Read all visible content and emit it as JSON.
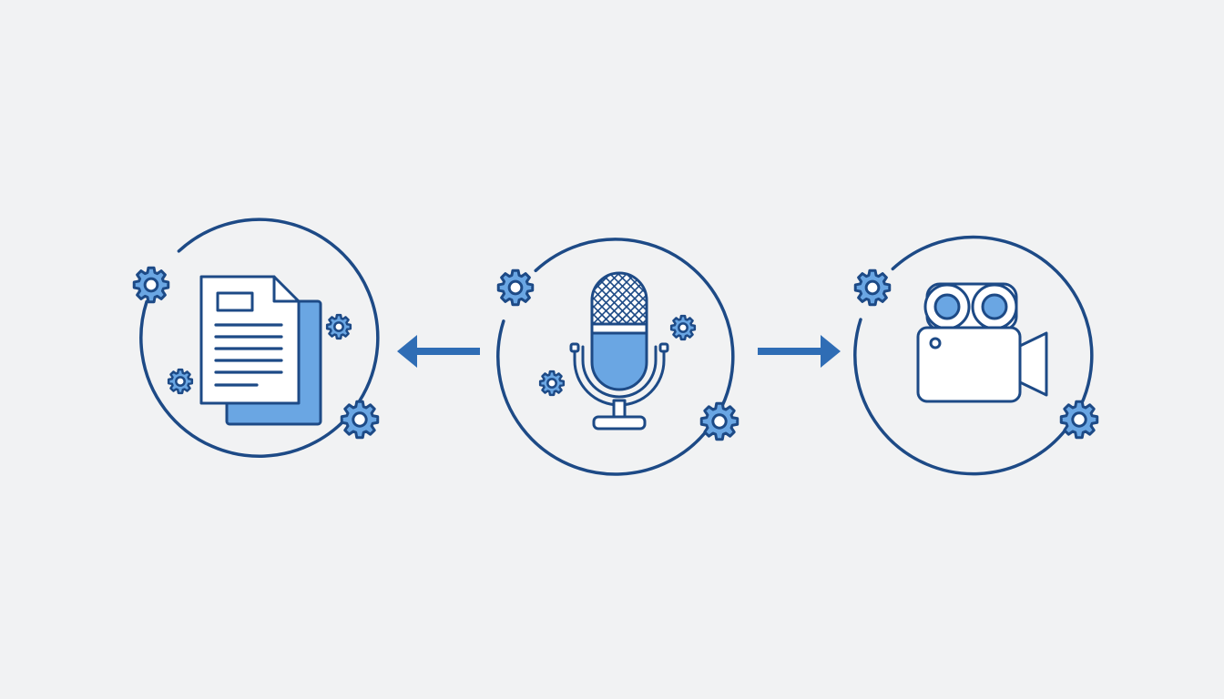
{
  "colors": {
    "background": "#f1f2f3",
    "outline": "#1d4a86",
    "accent": "#6aa6e3",
    "arrow": "#2f6db5",
    "fill_white": "#ffffff"
  },
  "diagram": {
    "nodes": [
      {
        "id": "documents",
        "icon": "document-icon"
      },
      {
        "id": "audio",
        "icon": "microphone-icon"
      },
      {
        "id": "video",
        "icon": "video-camera-icon"
      }
    ],
    "edges": [
      {
        "from": "audio",
        "to": "documents",
        "direction": "left",
        "icon": "arrow-left-icon"
      },
      {
        "from": "audio",
        "to": "video",
        "direction": "right",
        "icon": "arrow-right-icon"
      }
    ],
    "decorations": {
      "icon": "gear-icon"
    }
  }
}
